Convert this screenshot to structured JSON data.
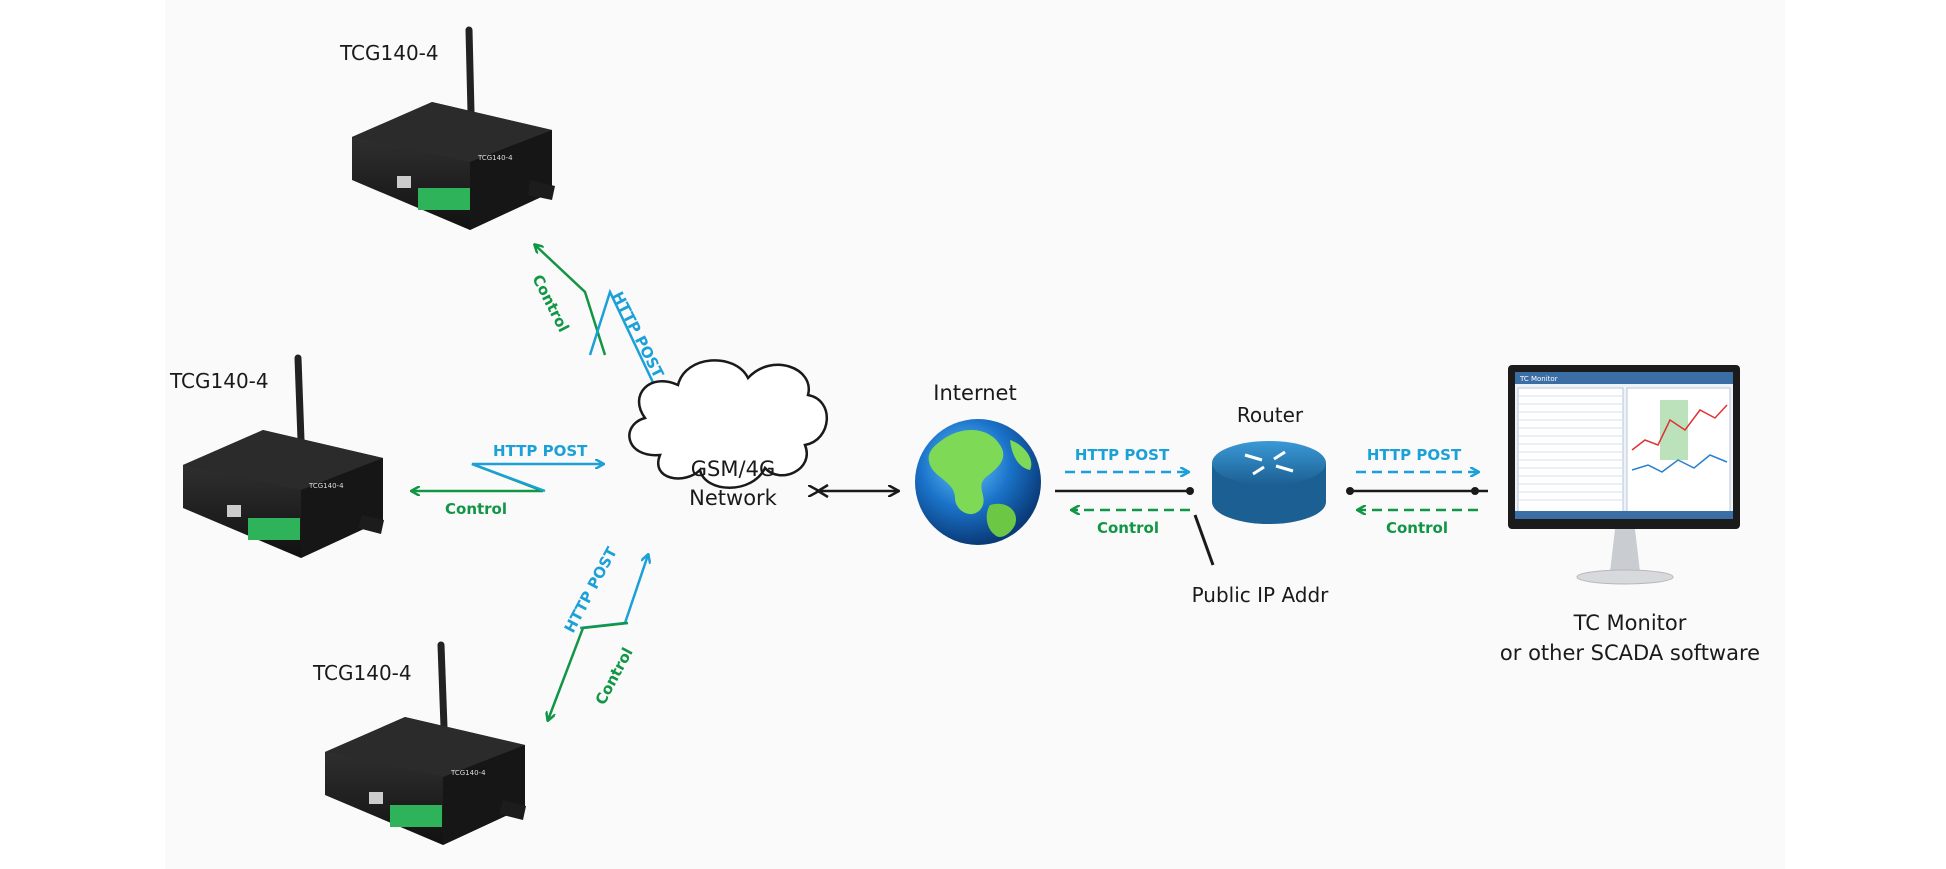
{
  "devices": [
    {
      "label": "TCG140-4",
      "face_text": "TCG140-4"
    },
    {
      "label": "TCG140-4",
      "face_text": "TCG140-4"
    },
    {
      "label": "TCG140-4",
      "face_text": "TCG140-4"
    }
  ],
  "links": {
    "http_post": "HTTP POST",
    "control": "Control"
  },
  "network": {
    "line1": "GSM/4G",
    "line2": "Network"
  },
  "internet": {
    "label": "Internet"
  },
  "router": {
    "label": "Router"
  },
  "public_ip": {
    "label": "Public IP Addr"
  },
  "monitor": {
    "line1": "TC Monitor",
    "line2": "or other SCADA software",
    "app_title": "TC Monitor"
  },
  "colors": {
    "http_post": "#1ba0d8",
    "control": "#119645",
    "line": "#1a1a1a",
    "background": "#fafafa"
  }
}
